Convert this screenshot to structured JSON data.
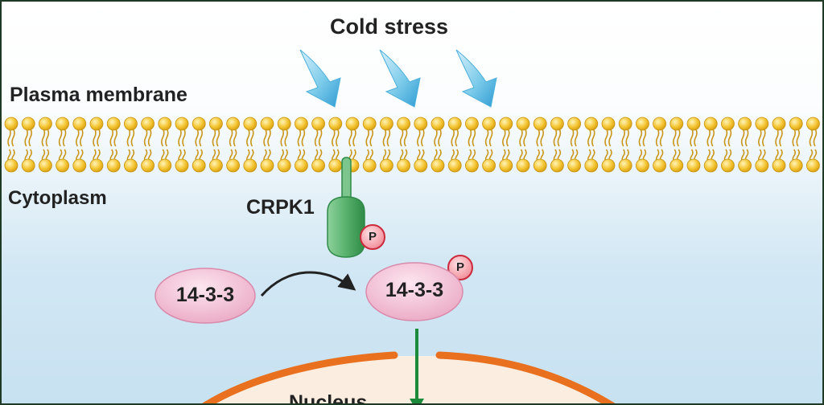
{
  "title": "Cold stress",
  "labels": {
    "plasma_membrane": "Plasma membrane",
    "cytoplasm": "Cytoplasm",
    "kinase": "CRPK1",
    "protein_left": "14-3-3",
    "protein_right": "14-3-3",
    "phospho_crpk1": "P",
    "phospho_1433": "P",
    "nucleus": "Nucleus"
  },
  "icons": [
    "cold-arrow-icon",
    "lipid-bilayer",
    "reaction-arrow",
    "translocation-arrow"
  ],
  "colors": {
    "cold_arrow": "#6fc4e8",
    "lipid_head": "#f2c12e",
    "lipid_tail": "#c9961a",
    "crpk1": "#55b06a",
    "protein": "#f1bcd2",
    "phospho_circle": "#f3a4ae",
    "phospho_border": "#cc2a3c",
    "nucleus_envelope": "#e8701e",
    "nucleus_fill": "#fbeee0",
    "translocation_arrow": "#1b8a3a"
  }
}
